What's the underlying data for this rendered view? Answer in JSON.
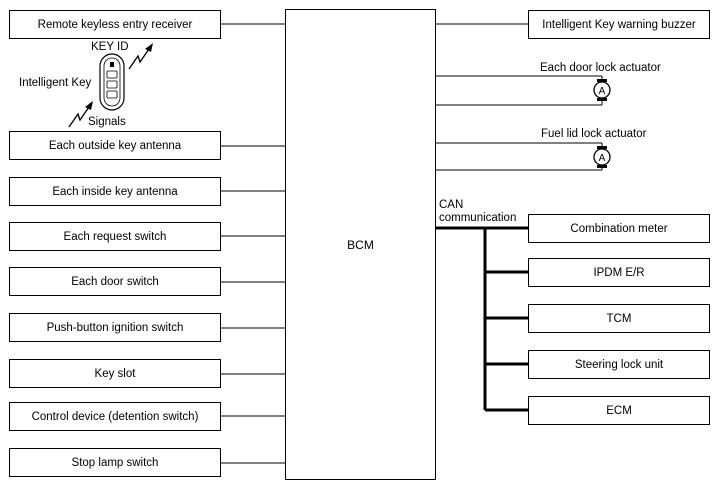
{
  "bcm": {
    "label": "BCM"
  },
  "inputs": [
    "Remote keyless entry receiver",
    "Each outside key antenna",
    "Each inside key antenna",
    "Each request switch",
    "Each door switch",
    "Push-button ignition switch",
    "Key slot",
    "Control device (detention switch)",
    "Stop lamp switch"
  ],
  "intelligent_key": {
    "label": "Intelligent Key",
    "key_id_label": "KEY ID",
    "signals_label": "Signals"
  },
  "outputs": {
    "buzzer": "Intelligent Key warning buzzer",
    "door_lock_actuator": "Each door lock actuator",
    "fuel_lid_actuator": "Fuel lid lock actuator",
    "actuator_symbol": "A"
  },
  "can": {
    "label_line1": "CAN",
    "label_line2": "communication",
    "units": [
      "Combination meter",
      "IPDM E/R",
      "TCM",
      "Steering lock unit",
      "ECM"
    ]
  }
}
